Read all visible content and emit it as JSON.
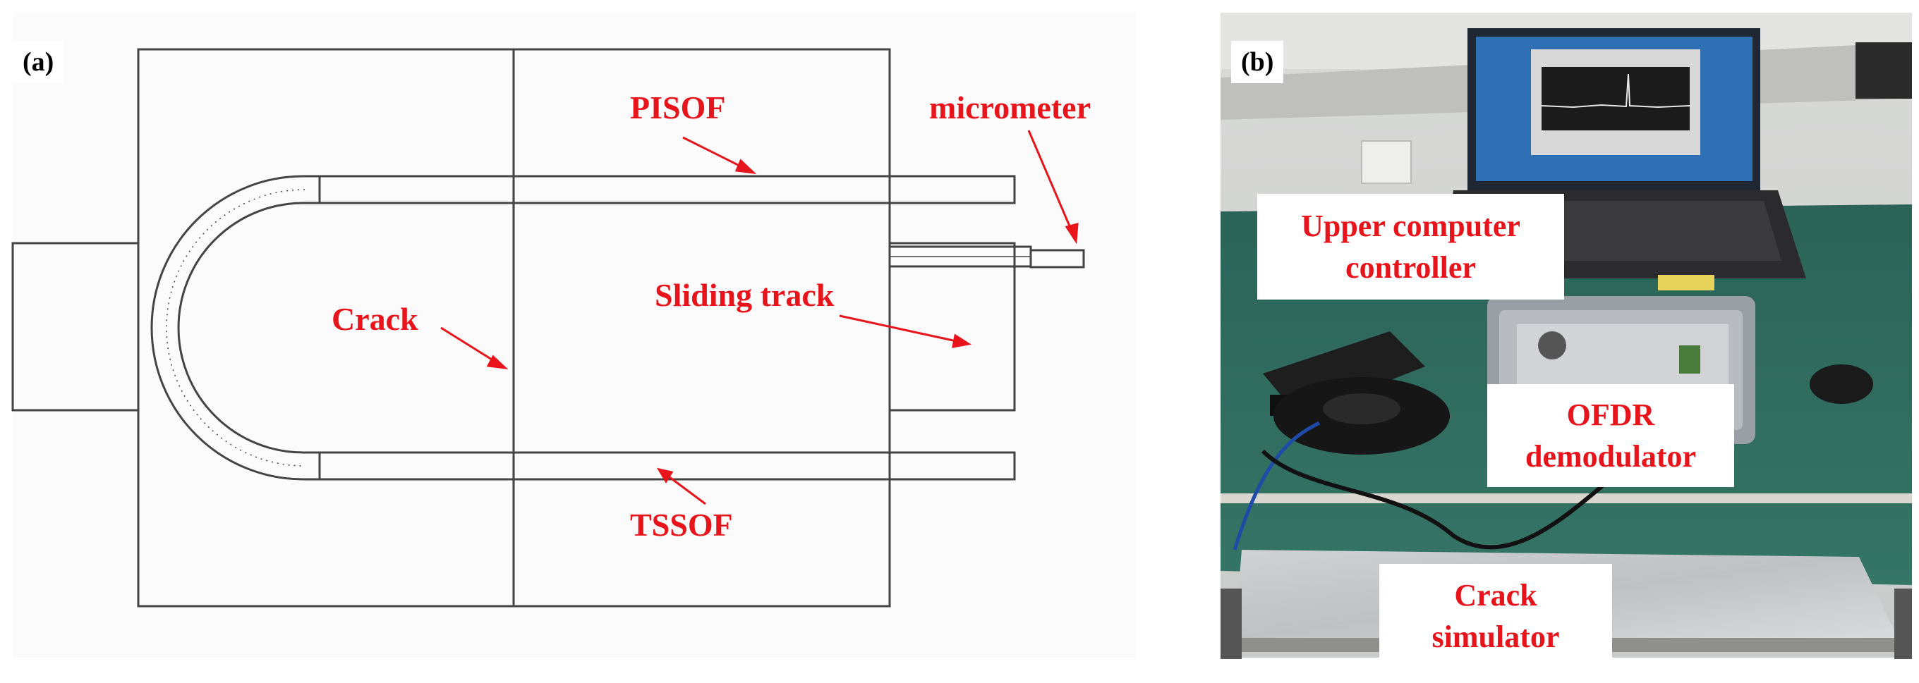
{
  "panel_a": {
    "label": "(a)",
    "annotations": {
      "pisof": "PISOF",
      "micrometer": "micrometer",
      "crack": "Crack",
      "sliding_track": "Sliding track",
      "tssof": "TSSOF"
    }
  },
  "panel_b": {
    "label": "(b)",
    "labels": {
      "upper_computer": [
        "Upper computer",
        "controller"
      ],
      "ofdr": [
        "OFDR",
        "demodulator"
      ],
      "crack_simulator": [
        "Crack",
        "simulator"
      ]
    }
  },
  "colors": {
    "annotation": "#e8141b",
    "line": "#444444",
    "diagram_bg": "#fbfbfb",
    "bench": "#2f6a5e"
  }
}
